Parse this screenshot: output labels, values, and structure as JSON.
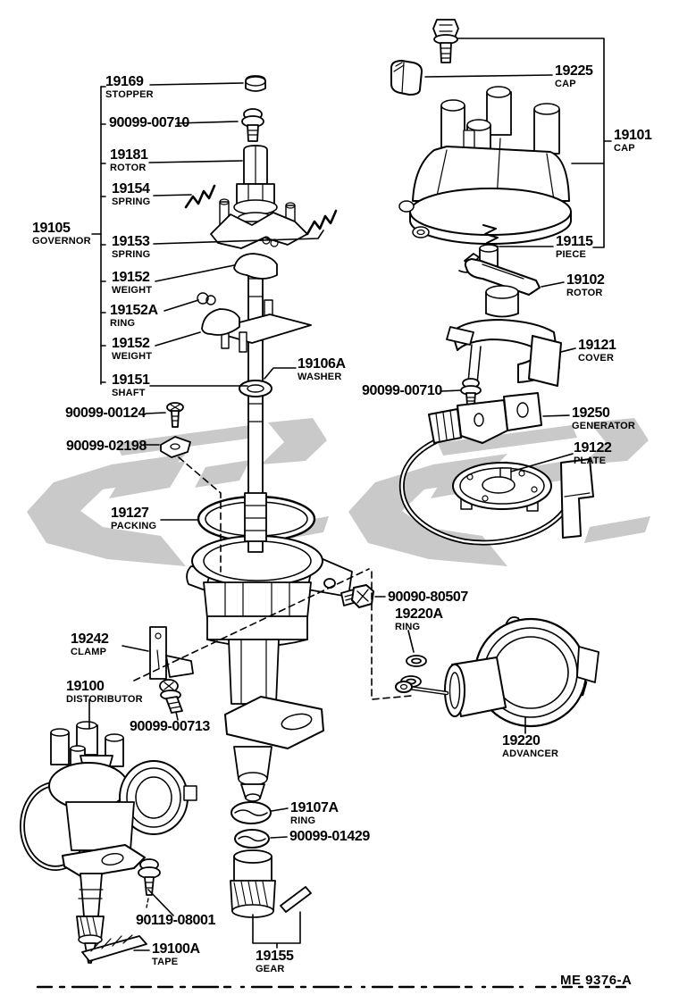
{
  "doc": {
    "footer_code": "ME 9376-A",
    "watermark_color": "#c9c9c9",
    "ink_color": "#000000"
  },
  "parts": [
    {
      "number": "19169",
      "name": "STOPPER"
    },
    {
      "number": "90099-00710",
      "name": ""
    },
    {
      "number": "19181",
      "name": "ROTOR"
    },
    {
      "number": "19154",
      "name": "SPRING"
    },
    {
      "number": "19105",
      "name": "GOVERNOR"
    },
    {
      "number": "19153",
      "name": "SPRING"
    },
    {
      "number": "19152",
      "name": "WEIGHT"
    },
    {
      "number": "19152A",
      "name": "RING"
    },
    {
      "number": "19152",
      "name": "WEIGHT"
    },
    {
      "number": "19151",
      "name": "SHAFT"
    },
    {
      "number": "19106A",
      "name": "WASHER"
    },
    {
      "number": "90099-00124",
      "name": ""
    },
    {
      "number": "90099-02198",
      "name": ""
    },
    {
      "number": "19127",
      "name": "PACKING"
    },
    {
      "number": "19242",
      "name": "CLAMP"
    },
    {
      "number": "19100",
      "name": "DISTORIBUTOR"
    },
    {
      "number": "90099-00713",
      "name": ""
    },
    {
      "number": "19107A",
      "name": "RING"
    },
    {
      "number": "90099-01429",
      "name": ""
    },
    {
      "number": "90119-08001",
      "name": ""
    },
    {
      "number": "19100A",
      "name": "TAPE"
    },
    {
      "number": "19155",
      "name": "GEAR"
    },
    {
      "number": "19225",
      "name": "CAP"
    },
    {
      "number": "19101",
      "name": "CAP"
    },
    {
      "number": "19115",
      "name": "PIECE"
    },
    {
      "number": "19102",
      "name": "ROTOR"
    },
    {
      "number": "19121",
      "name": "COVER"
    },
    {
      "number": "90099-00710",
      "name": ""
    },
    {
      "number": "19250",
      "name": "GENERATOR"
    },
    {
      "number": "19122",
      "name": "PLATE"
    },
    {
      "number": "90090-80507",
      "name": ""
    },
    {
      "number": "19220A",
      "name": "RING"
    },
    {
      "number": "19220",
      "name": "ADVANCER"
    }
  ]
}
